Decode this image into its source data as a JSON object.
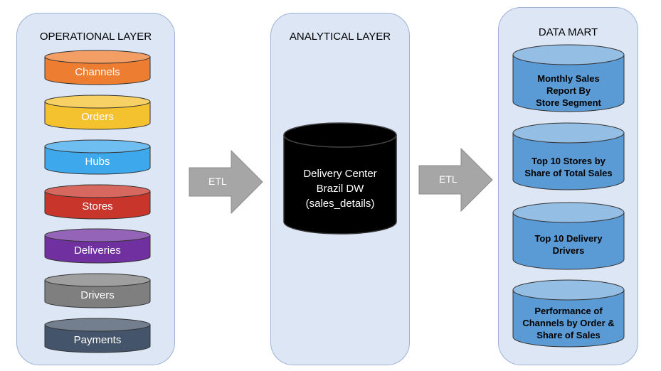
{
  "operational": {
    "title": "OPERATIONAL LAYER",
    "items": [
      {
        "label": "Channels",
        "color": "#ed7d31"
      },
      {
        "label": "Orders",
        "color": "#f4c12f"
      },
      {
        "label": "Hubs",
        "color": "#3ea8ec"
      },
      {
        "label": "Stores",
        "color": "#c8352a"
      },
      {
        "label": "Deliveries",
        "color": "#7030a0"
      },
      {
        "label": "Drivers",
        "color": "#7f7f7f"
      },
      {
        "label": "Payments",
        "color": "#44546a"
      }
    ]
  },
  "analytical": {
    "title": "ANALYTICAL LAYER",
    "warehouse": {
      "line1": "Delivery Center",
      "line2": "Brazil DW",
      "line3": "(sales_details)",
      "color": "#000000"
    }
  },
  "etl": {
    "left_label": "ETL",
    "right_label": "ETL",
    "color": "#a6a6a6"
  },
  "datamart": {
    "title": "DATA MART",
    "color": "#5b9bd5",
    "reports": [
      {
        "line1": "Monthly Sales",
        "line2": "Report By",
        "line3": "Store Segment"
      },
      {
        "line1": "Top 10 Stores by",
        "line2": "Share of Total Sales"
      },
      {
        "line1": "Top 10 Delivery",
        "line2": "Drivers"
      },
      {
        "line1": "Performance of",
        "line2": "Channels by Order &",
        "line3": "Share of Sales"
      }
    ]
  }
}
